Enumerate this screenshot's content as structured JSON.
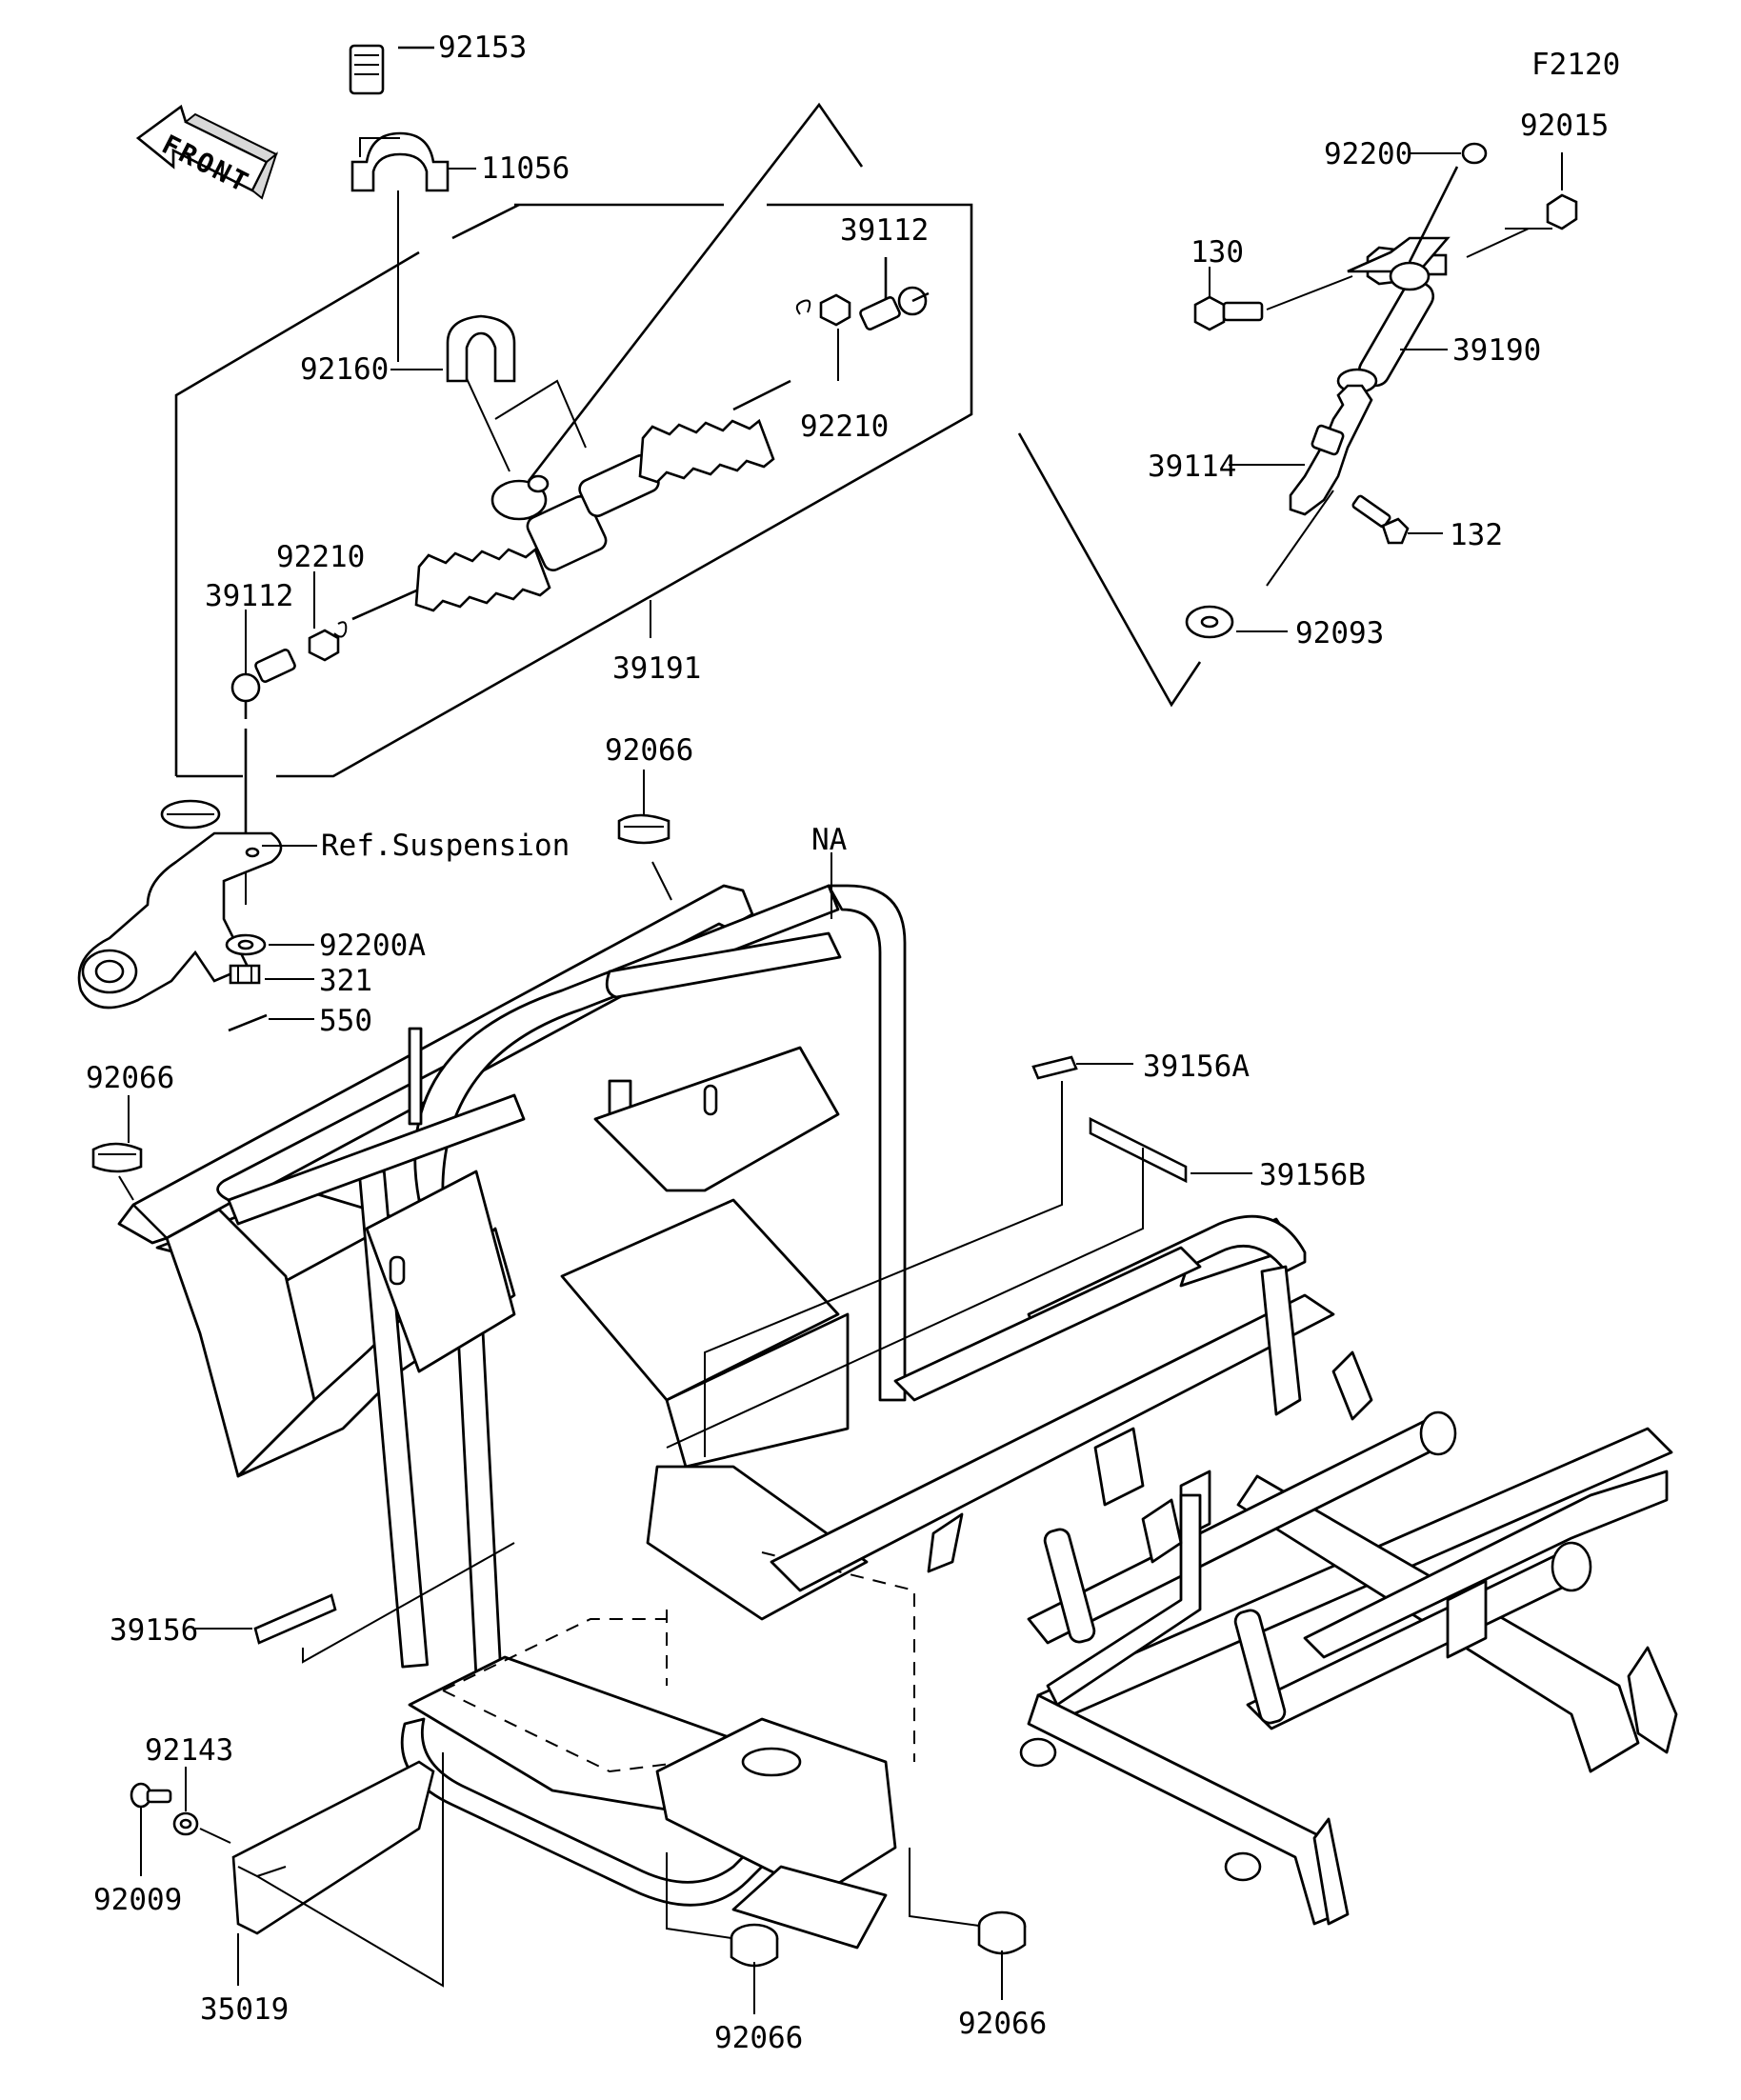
{
  "figure_code": "F2120",
  "front_arrow_label": "FRONT",
  "labels": {
    "p92153": "92153",
    "p11056": "11056",
    "p92160": "92160",
    "p39112_right": "39112",
    "p92210_right": "92210",
    "p92210_left": "92210",
    "p39112_left": "39112",
    "p39191": "39191",
    "ref_suspension": "Ref.Suspension",
    "p92200A": "92200A",
    "p321": "321",
    "p550": "550",
    "p92066_top": "92066",
    "p92066_left": "92066",
    "p92066_bottom_a": "92066",
    "p92066_bottom_b": "92066",
    "na": "NA",
    "p39156A": "39156A",
    "p39156B": "39156B",
    "p39156": "39156",
    "p92143": "92143",
    "p92009": "92009",
    "p35019": "35019",
    "p92200": "92200",
    "p92015": "92015",
    "p130": "130",
    "p39190": "39190",
    "p39114": "39114",
    "p132": "132",
    "p92093": "92093"
  }
}
